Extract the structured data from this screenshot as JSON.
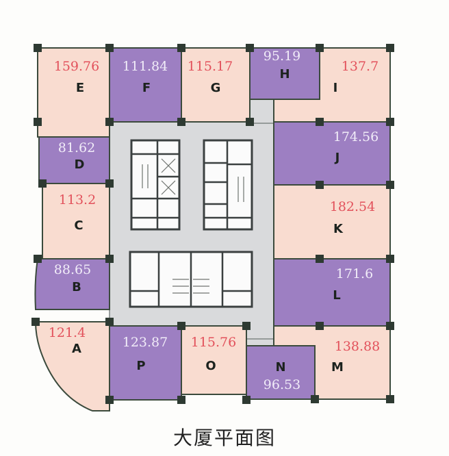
{
  "title": "大厦平面图",
  "colors": {
    "unit_pink": "#f9dcd0",
    "unit_purple": "#9d7fc2",
    "core_gray": "#d9dadc",
    "area_text_pink": "#e2515b",
    "area_text_purple": "#f1ecf8"
  },
  "units": [
    {
      "id": "A",
      "area": "121.4",
      "color": "pink"
    },
    {
      "id": "B",
      "area": "88.65",
      "color": "purple"
    },
    {
      "id": "C",
      "area": "113.2",
      "color": "pink"
    },
    {
      "id": "D",
      "area": "81.62",
      "color": "purple"
    },
    {
      "id": "E",
      "area": "159.76",
      "color": "pink"
    },
    {
      "id": "F",
      "area": "111.84",
      "color": "purple"
    },
    {
      "id": "G",
      "area": "115.17",
      "color": "pink"
    },
    {
      "id": "H",
      "area": "95.19",
      "color": "purple"
    },
    {
      "id": "I",
      "area": "137.7",
      "color": "pink"
    },
    {
      "id": "J",
      "area": "174.56",
      "color": "purple"
    },
    {
      "id": "K",
      "area": "182.54",
      "color": "pink"
    },
    {
      "id": "L",
      "area": "171.6",
      "color": "purple"
    },
    {
      "id": "M",
      "area": "138.88",
      "color": "pink"
    },
    {
      "id": "N",
      "area": "96.53",
      "color": "purple"
    },
    {
      "id": "O",
      "area": "115.76",
      "color": "pink"
    },
    {
      "id": "P",
      "area": "123.87",
      "color": "purple"
    }
  ]
}
